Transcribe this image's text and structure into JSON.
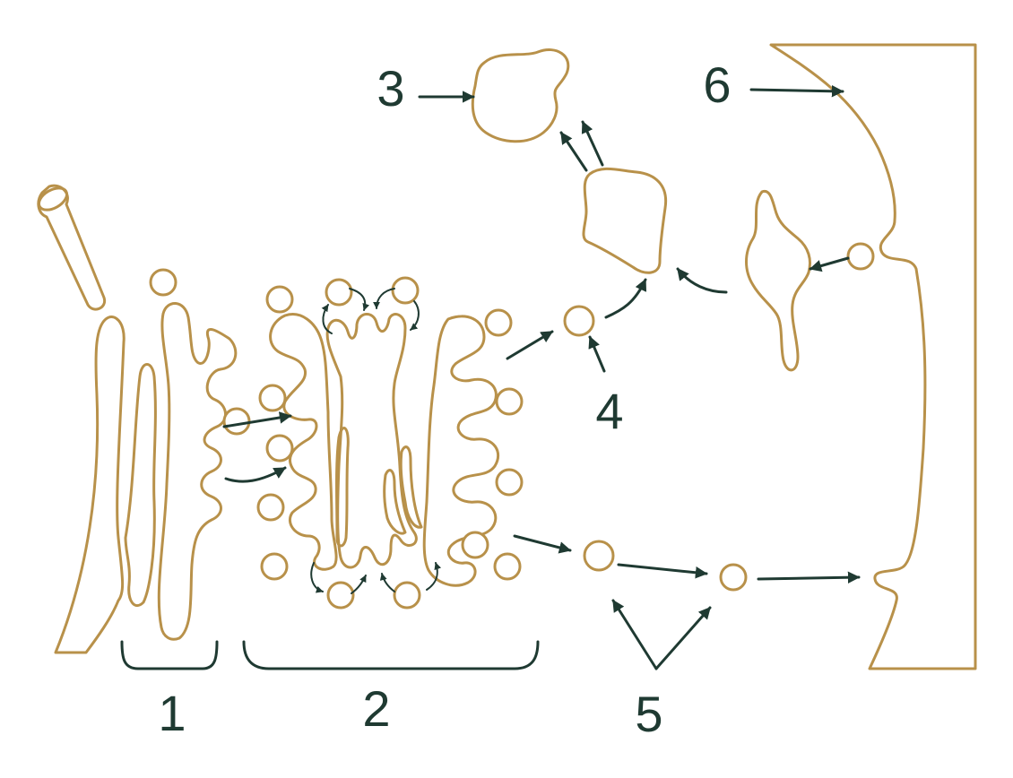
{
  "labels": {
    "l1": "1",
    "l2": "2",
    "l3": "3",
    "l4": "4",
    "l5": "5",
    "l6": "6"
  },
  "colors": {
    "membrane": "#B8914A",
    "arrow": "#1F3A32",
    "background": "#FFFFFF"
  }
}
